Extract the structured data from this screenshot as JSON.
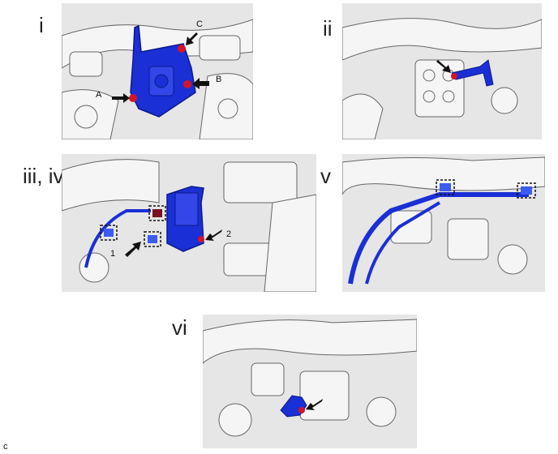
{
  "steps": [
    {
      "label": "i",
      "callouts": [
        "A",
        "B",
        "C"
      ]
    },
    {
      "label": "ii",
      "callouts": []
    },
    {
      "label": "iii, iv",
      "callouts": [
        "1",
        "2"
      ]
    },
    {
      "label": "v",
      "callouts": []
    },
    {
      "label": "vi",
      "callouts": []
    }
  ],
  "figure_code": "c",
  "colors": {
    "part_highlight": "#1a2fd6",
    "part_dark": "#0c1a8a",
    "fastener": "#d4142a",
    "background_part": "#f4f4f4",
    "line": "#555555"
  },
  "icons": [
    "arrow-icon",
    "dashed-box-icon",
    "bolt-icon"
  ]
}
